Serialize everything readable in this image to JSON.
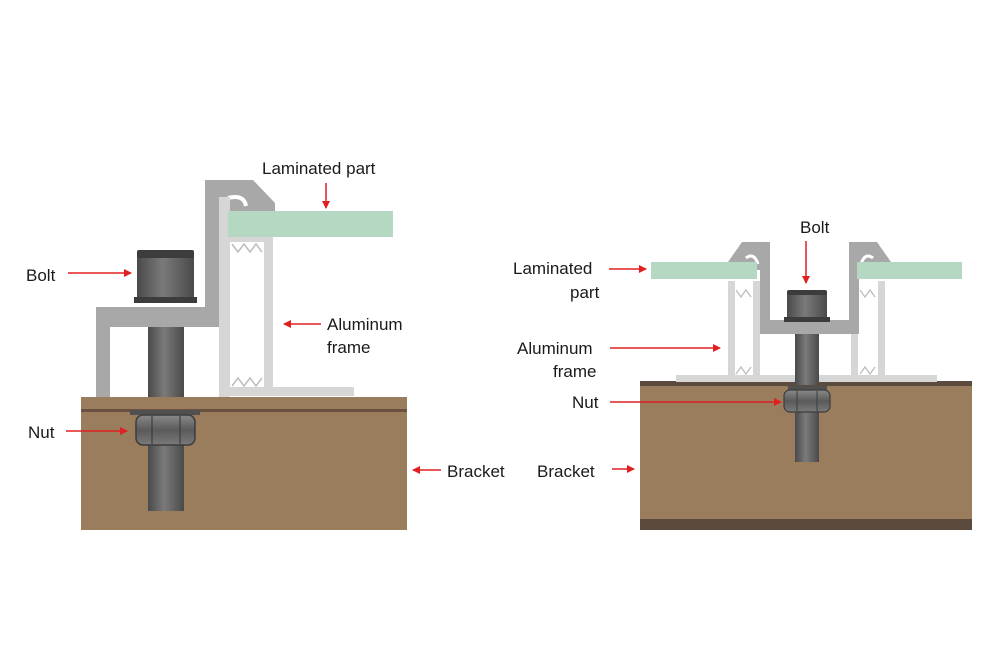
{
  "left_diagram": {
    "labels": {
      "laminated_part": "Laminated part",
      "bolt": "Bolt",
      "aluminum_frame_line1": "Aluminum",
      "aluminum_frame_line2": "frame",
      "nut": "Nut",
      "bracket": "Bracket"
    }
  },
  "right_diagram": {
    "labels": {
      "bolt": "Bolt",
      "laminated_part_line1": "Laminated",
      "laminated_part_line2": "part",
      "aluminum_frame_line1": "Aluminum",
      "aluminum_frame_line2": "frame",
      "nut": "Nut",
      "bracket": "Bracket"
    }
  },
  "colors": {
    "bracket": "#9a7d5c",
    "bracket_band": "#5d4a3f",
    "aluminum": "#a8a8a8",
    "aluminum_light": "#d6d6d6",
    "laminated": "#b4d8c2",
    "bolt": "#5f5f5f",
    "arrow": "#e02020"
  }
}
